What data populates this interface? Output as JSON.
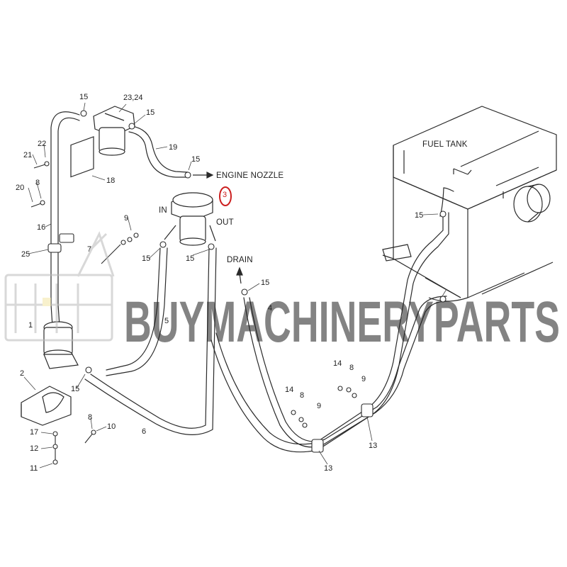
{
  "diagram": {
    "annotations": {
      "fuel_tank": "FUEL TANK",
      "engine_nozzle": "ENGINE NOZZLE",
      "in": "IN",
      "out": "OUT",
      "drain": "DRAIN"
    },
    "callouts": {
      "c15a": "15",
      "c2324": "23,24",
      "c15b": "15",
      "c22": "22",
      "c21": "21",
      "c19": "19",
      "c15c": "15",
      "c18": "18",
      "c20": "20",
      "c8a": "8",
      "c3": "3",
      "c16": "16",
      "c9a": "9",
      "c25": "25",
      "c7": "7",
      "c15d": "15",
      "c15e": "15",
      "c15f": "15",
      "c15g": "15",
      "c4": "4",
      "c5": "5",
      "c1": "1",
      "c2": "2",
      "c15h": "15",
      "c8b": "8",
      "c10": "10",
      "c17": "17",
      "c12": "12",
      "c11": "11",
      "c6": "6",
      "c14a": "14",
      "c8c": "8",
      "c9b": "9",
      "c14b": "14",
      "c8d": "8",
      "c9c": "9",
      "c13a": "13",
      "c13b": "13"
    },
    "highlighted_part": "3",
    "highlight_color": "#cc1f1f"
  },
  "watermark": {
    "text": "BUYMACHINERYPARTS",
    "color": "#b9b9b9"
  }
}
